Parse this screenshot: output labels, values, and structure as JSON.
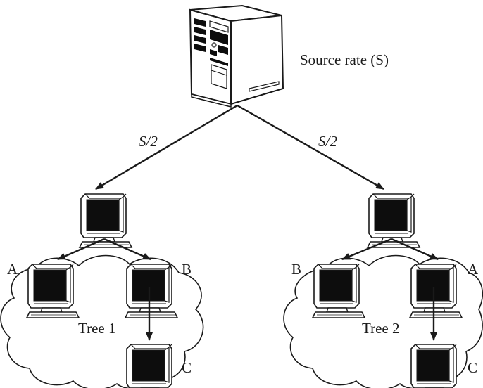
{
  "source": {
    "label": "Source rate (S)",
    "icon": "server-tower-icon"
  },
  "links": {
    "left_rate": "S/2",
    "right_rate": "S/2"
  },
  "trees": [
    {
      "title": "Tree 1",
      "left_node": "A",
      "right_node": "B",
      "bottom_node": "C"
    },
    {
      "title": "Tree 2",
      "left_node": "B",
      "right_node": "A",
      "bottom_node": "C"
    }
  ],
  "colors": {
    "ink": "#1a1a1a",
    "screen": "#0d0d0d",
    "casing": "#ffffff"
  },
  "icon_names": {
    "computer": "desktop-computer-icon",
    "cloud": "cloud-icon",
    "arrow": "arrow-icon"
  }
}
